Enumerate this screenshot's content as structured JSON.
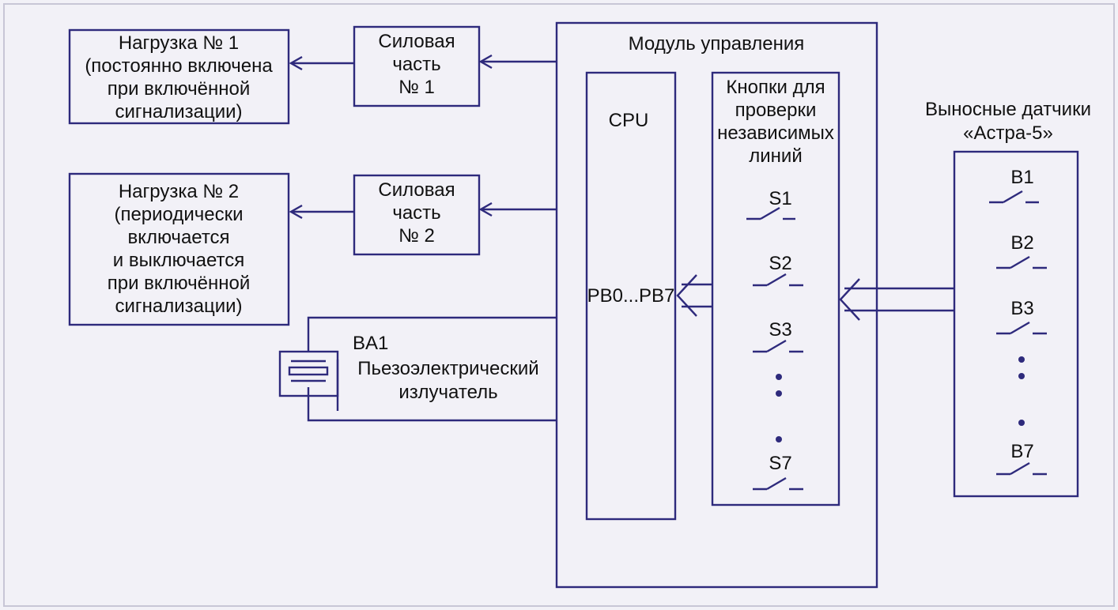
{
  "load1": {
    "title": "Нагрузка № 1",
    "lines": [
      "(постоянно включена",
      "при включённой",
      "сигнализации)"
    ]
  },
  "load2": {
    "title": "Нагрузка № 2",
    "lines": [
      "(периодически",
      "включается",
      "и выключается",
      "при включённой",
      "сигнализации)"
    ]
  },
  "power1": {
    "lines": [
      "Силовая",
      "часть",
      "№ 1"
    ]
  },
  "power2": {
    "lines": [
      "Силовая",
      "часть",
      "№ 2"
    ]
  },
  "module": {
    "title": "Модуль управления"
  },
  "cpu": {
    "label": "CPU",
    "port": "PB0...PB7"
  },
  "buttons": {
    "title_lines": [
      "Кнопки для",
      "проверки",
      "независимых",
      "линий"
    ],
    "switches": [
      "S1",
      "S2",
      "S3",
      "S7"
    ]
  },
  "buzzer": {
    "ref": "BA1",
    "lines": [
      "Пьезоэлектрический",
      "излучатель"
    ]
  },
  "sensors": {
    "title_lines": [
      "Выносные датчики",
      "«Астра-5»"
    ],
    "switches": [
      "B1",
      "B2",
      "B3",
      "B7"
    ]
  },
  "colors": {
    "line": "#2e2a7c",
    "background": "#f2f1f7",
    "text": "#111111"
  }
}
